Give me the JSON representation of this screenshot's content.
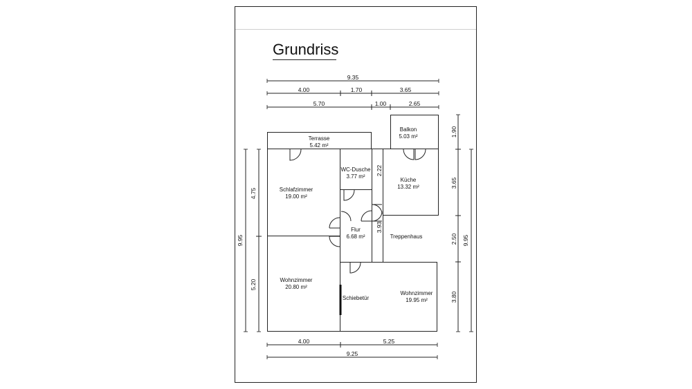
{
  "title": "Grundriss",
  "dimensions": {
    "top_total": "9.35",
    "top_row2": [
      "4.00",
      "1.70",
      "3.65"
    ],
    "top_row3": [
      "5.70",
      "1.00",
      "2.65"
    ],
    "bottom_row1": [
      "4.00",
      "5.25"
    ],
    "bottom_total": "9.25",
    "left_inner": [
      "4.75",
      "5.20"
    ],
    "left_total": "9.95",
    "right_inner": [
      "1.90",
      "3.65",
      "2.50",
      "3.80"
    ],
    "right_total": "9.95",
    "wc_height": "2.22",
    "flur_height": "3.93"
  },
  "rooms": {
    "terrasse": {
      "name": "Terrasse",
      "area": "5.42 m²"
    },
    "balkon": {
      "name": "Balkon",
      "area": "5.03 m²"
    },
    "wc": {
      "name": "WC-Dusche",
      "area": "3.77 m²"
    },
    "kueche": {
      "name": "Küche",
      "area": "13.32 m²"
    },
    "schlafzimmer": {
      "name": "Schlafzimmer",
      "area": "19.00 m²"
    },
    "flur": {
      "name": "Flur",
      "area": "6.68 m²"
    },
    "treppenhaus": {
      "name": "Treppenhaus"
    },
    "wohnzimmer_left": {
      "name": "Wohnzimmer",
      "area": "20.80 m²"
    },
    "wohnzimmer_right": {
      "name": "Wohnzimmer",
      "area": "19.95 m²"
    },
    "schiebetuer": {
      "name": "Schiebetür"
    }
  }
}
